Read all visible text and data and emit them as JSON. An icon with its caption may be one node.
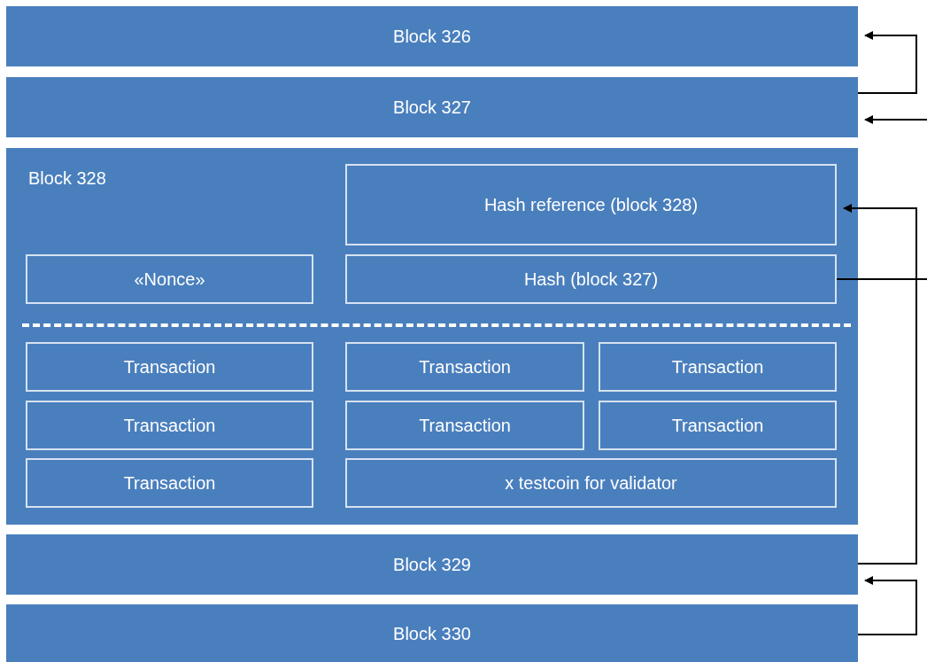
{
  "diagram": {
    "nodes": [
      {
        "text": [
          "Block 326"
        ]
      },
      {
        "text": [
          "Block 327"
        ]
      },
      {
        "text": [
          "Block 328"
        ]
      },
      {
        "text": [
          "Hash reference (block 328)"
        ],
        "in": 2
      },
      {
        "text": [
          "«Nonce»"
        ],
        "in": 2
      },
      {
        "text": [
          "Hash (block 327)"
        ],
        "in": 2
      },
      {
        "text": [
          "Transaction"
        ],
        "in": 2
      },
      {
        "text": [
          "Transaction"
        ],
        "in": 2
      },
      {
        "text": [
          "Transaction"
        ],
        "in": 2
      },
      {
        "text": [
          "Transaction"
        ],
        "in": 2
      },
      {
        "text": [
          "Transaction"
        ],
        "in": 2
      },
      {
        "text": [
          "Transaction"
        ],
        "in": 2
      },
      {
        "text": [
          "Transaction"
        ],
        "in": 2
      },
      {
        "text": [
          "x testcoin for validator"
        ],
        "in": 2
      },
      {
        "text": [
          "Block 329"
        ]
      },
      {
        "text": [
          "Block 330"
        ]
      }
    ],
    "edges": [
      {
        "from": 1,
        "to": 0,
        "arrow": "to"
      },
      {
        "from": null,
        "to": 1,
        "arrow": "to"
      },
      {
        "from": 14,
        "to": 3,
        "arrow": "to"
      },
      {
        "from": 5,
        "to": null,
        "arrow": "none"
      },
      {
        "from": 15,
        "to": 14,
        "arrow": "to"
      }
    ]
  }
}
